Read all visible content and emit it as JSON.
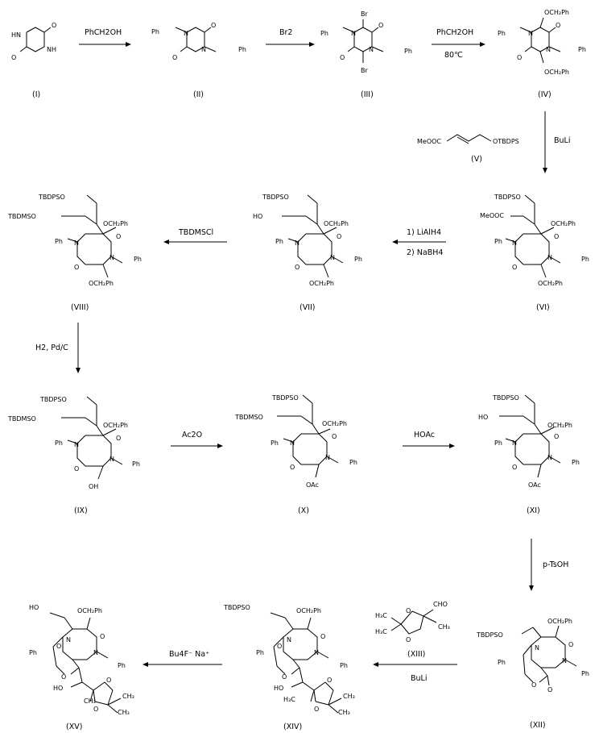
{
  "compounds": [
    {
      "id": "c1",
      "label": "(I)"
    },
    {
      "id": "c2",
      "label": "(II)"
    },
    {
      "id": "c3",
      "label": "(III)"
    },
    {
      "id": "c4",
      "label": "(IV)"
    },
    {
      "id": "c5",
      "label": "(V)"
    },
    {
      "id": "c6",
      "label": "(VI)"
    },
    {
      "id": "c7",
      "label": "(VII)"
    },
    {
      "id": "c8",
      "label": "(VIII)"
    },
    {
      "id": "c9",
      "label": "(IX)"
    },
    {
      "id": "c10",
      "label": "(X)"
    },
    {
      "id": "c11",
      "label": "(XI)"
    },
    {
      "id": "c12",
      "label": "(XII)"
    },
    {
      "id": "c13",
      "label": "(XIII)"
    },
    {
      "id": "c14",
      "label": "(XIV)"
    },
    {
      "id": "c15",
      "label": "(XV)"
    }
  ],
  "reagents": {
    "step1": "PhCH2OH",
    "step2": "Br2",
    "step3_reagent": "PhCH2OH",
    "step3_temp": "80℃",
    "step4_reagent_V": "MeOOC",
    "step4_reagent_V_end": "OTBDPS",
    "step4_base": "BuLi",
    "step5_a": "1) LiAlH4",
    "step5_b": "2) NaBH4",
    "step6": "TBDMSCl",
    "step7": "H2, Pd/C",
    "step8": "Ac2O",
    "step9": "HOAc",
    "step10": "p-TsOH",
    "step11_base": "BuLi",
    "step12": "Bu4F⁻ Na⁺"
  },
  "atoms": {
    "HN": "HN",
    "NH": "NH",
    "O": "O",
    "N": "N",
    "Ph": "Ph",
    "Br": "Br",
    "OCH2Ph": "OCH₂Ph",
    "TBDPSO": "TBDPSO",
    "TBDMSO": "TBDMSO",
    "MeOOC": "MeOOC",
    "HO": "HO",
    "OH": "OH",
    "OAc": "OAc",
    "CHO": "CHO",
    "CH3": "CH₃",
    "H3C": "H₃C"
  }
}
